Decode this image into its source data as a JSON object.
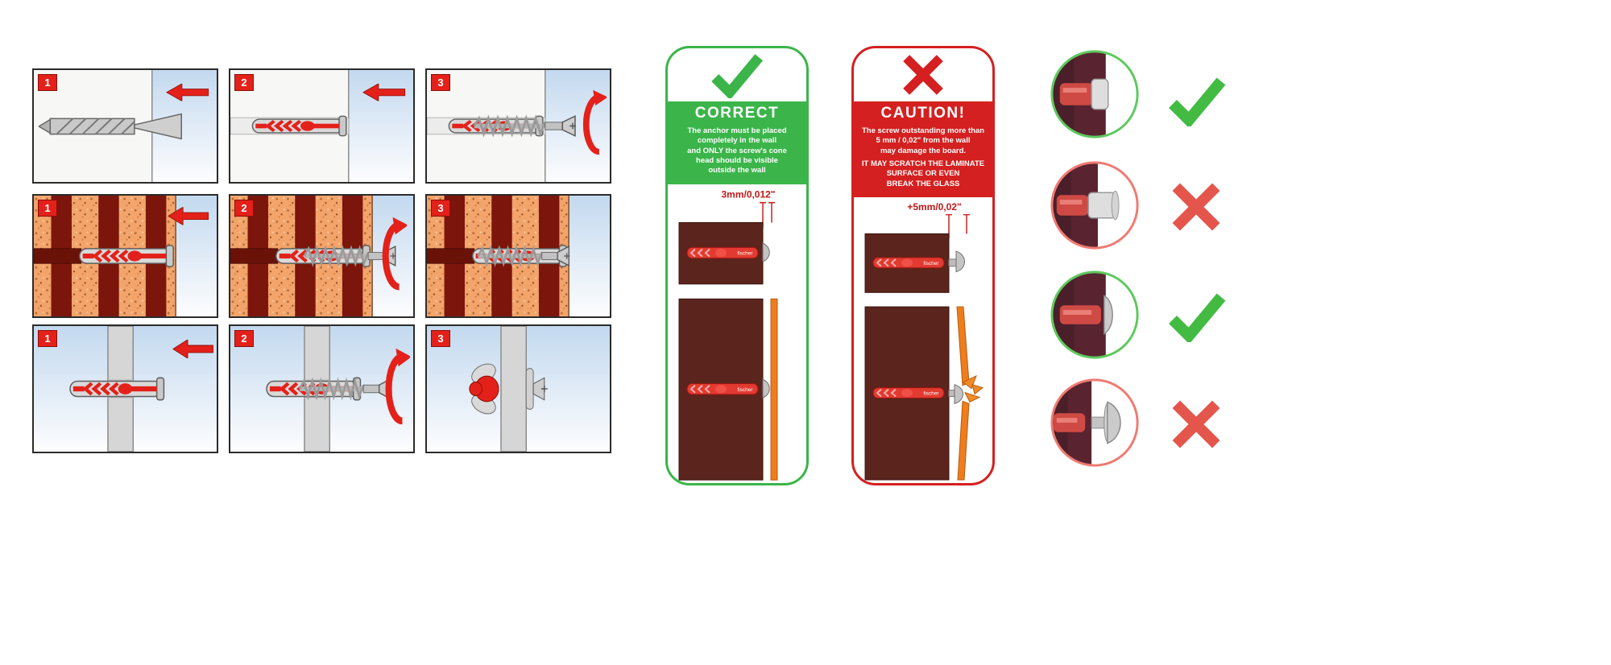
{
  "sheet": {
    "background": "#ffffff"
  },
  "grid": {
    "step_numbers": [
      "1",
      "2",
      "3"
    ],
    "rows": [
      "solid-wall",
      "hollow-brick-wall",
      "drywall-panel"
    ]
  },
  "correct_card": {
    "title": "CORRECT",
    "body": "The anchor must be placed\ncompletely in the wall\nand ONLY the screw's cone\nhead should be visible\noutside the wall",
    "measurement": "3mm/0,012\"",
    "accent_color": "#3bb54a"
  },
  "caution_card": {
    "title": "CAUTION!",
    "body": "The screw outstanding more than\n5 mm / 0,02\" from the wall\nmay damage the board.",
    "warning": "IT MAY SCRATCH THE LAMINATE\nSURFACE OR EVEN\nBREAK THE GLASS",
    "measurement": "+5mm/0,02\"",
    "accent_color": "#d42020"
  },
  "brand": "fischer",
  "results": [
    {
      "icon": "check-icon",
      "verdict": "correct"
    },
    {
      "icon": "cross-icon",
      "verdict": "wrong"
    },
    {
      "icon": "check-icon",
      "verdict": "correct"
    },
    {
      "icon": "cross-icon",
      "verdict": "wrong"
    }
  ],
  "colors": {
    "green": "#3bb54a",
    "red": "#d42020",
    "anchor_red": "#e3211a",
    "wall_brown": "#5b241d",
    "laminate_orange": "#ef7d1e"
  }
}
